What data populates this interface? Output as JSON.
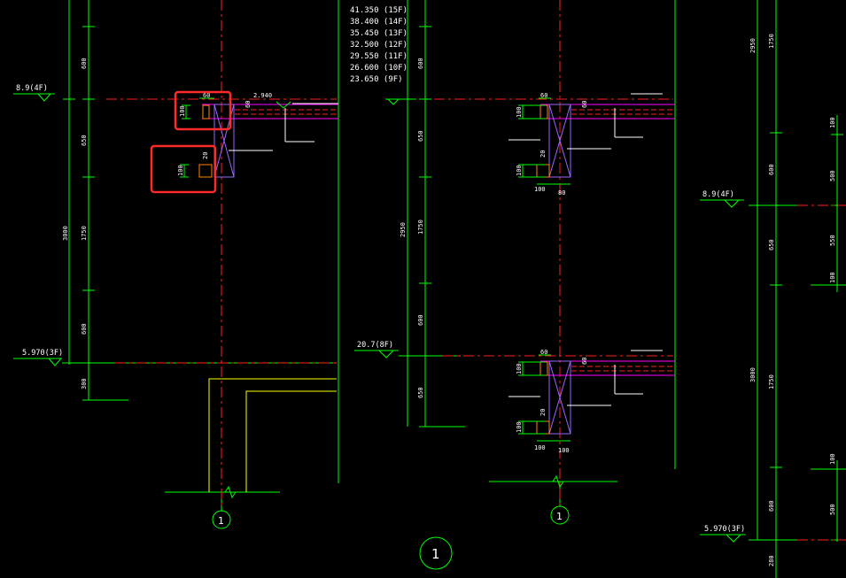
{
  "colors": {
    "background": "#000000",
    "dimension": "#00ff00",
    "centerline": "#ff2020",
    "text": "#ffffff",
    "slab": "#ff00ff",
    "beam": "#9966ff",
    "edge": "#ffff00",
    "highlight": "#ff2a2a"
  },
  "elevation_list": [
    "41.350  (15F)",
    "38.400  (14F)",
    "35.450  (13F)",
    "32.500  (12F)",
    "29.550  (11F)",
    "26.600  (10F)",
    "23.650  (9F)"
  ],
  "levels": {
    "left_top": "8.9(4F)",
    "left_bottom": "5.970(3F)",
    "mid": "20.7(8F)",
    "right_top": "8.9(4F)",
    "right_bottom": "5.970(3F)"
  },
  "slab_elevation": "2.940",
  "dims": {
    "left": [
      "600",
      "650",
      "1750",
      "600",
      "300"
    ],
    "left_total": "3000",
    "mid": [
      "600",
      "2950",
      "1750",
      "600",
      "650"
    ],
    "right": [
      "2950",
      "1750",
      "600",
      "650",
      "1750",
      "600",
      "280"
    ],
    "right_total": "3000",
    "far_right": [
      "100",
      "500",
      "550",
      "100",
      "100",
      "500"
    ],
    "detail_60": "60",
    "detail_100": "100",
    "detail_80": "80",
    "detail_20": "20"
  },
  "axis_labels": {
    "left": "1",
    "middle": "1",
    "title": "1"
  }
}
